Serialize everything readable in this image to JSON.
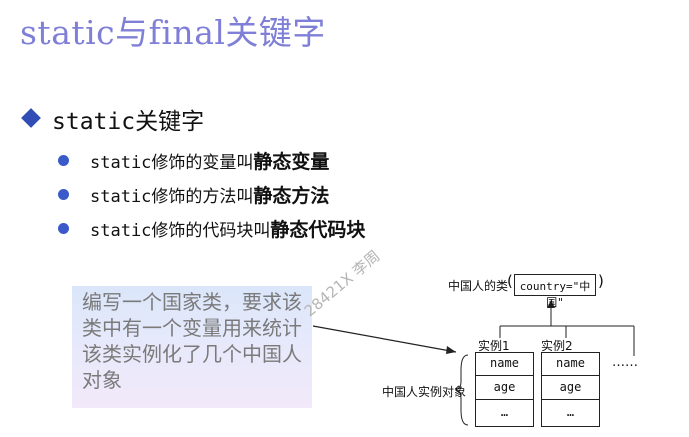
{
  "title": "static与final关键字",
  "section": {
    "heading": "static关键字"
  },
  "bullets": [
    {
      "prefix": "static修饰的变量叫",
      "emph": "静态变量"
    },
    {
      "prefix": "static修饰的方法叫",
      "emph": "静态方法"
    },
    {
      "prefix": "static修饰的代码块叫",
      "emph": "静态代码块"
    }
  ],
  "note": "编写一个国家类，要求该类中有一个变量用来统计该类实例化了几个中国人对象",
  "watermark": "28421X 李周",
  "diagram": {
    "class_label": "中国人的类",
    "class_field": "country=\"中国\"",
    "instance_label": "中国人实例对象",
    "instances": [
      {
        "label": "实例1",
        "fields": [
          "name",
          "age",
          "…"
        ]
      },
      {
        "label": "实例2",
        "fields": [
          "name",
          "age",
          "…"
        ]
      }
    ],
    "more": "……"
  },
  "colors": {
    "title": "#7f7fd8",
    "bullet": "#3b5ac9",
    "diamond": "#2f4db5"
  }
}
